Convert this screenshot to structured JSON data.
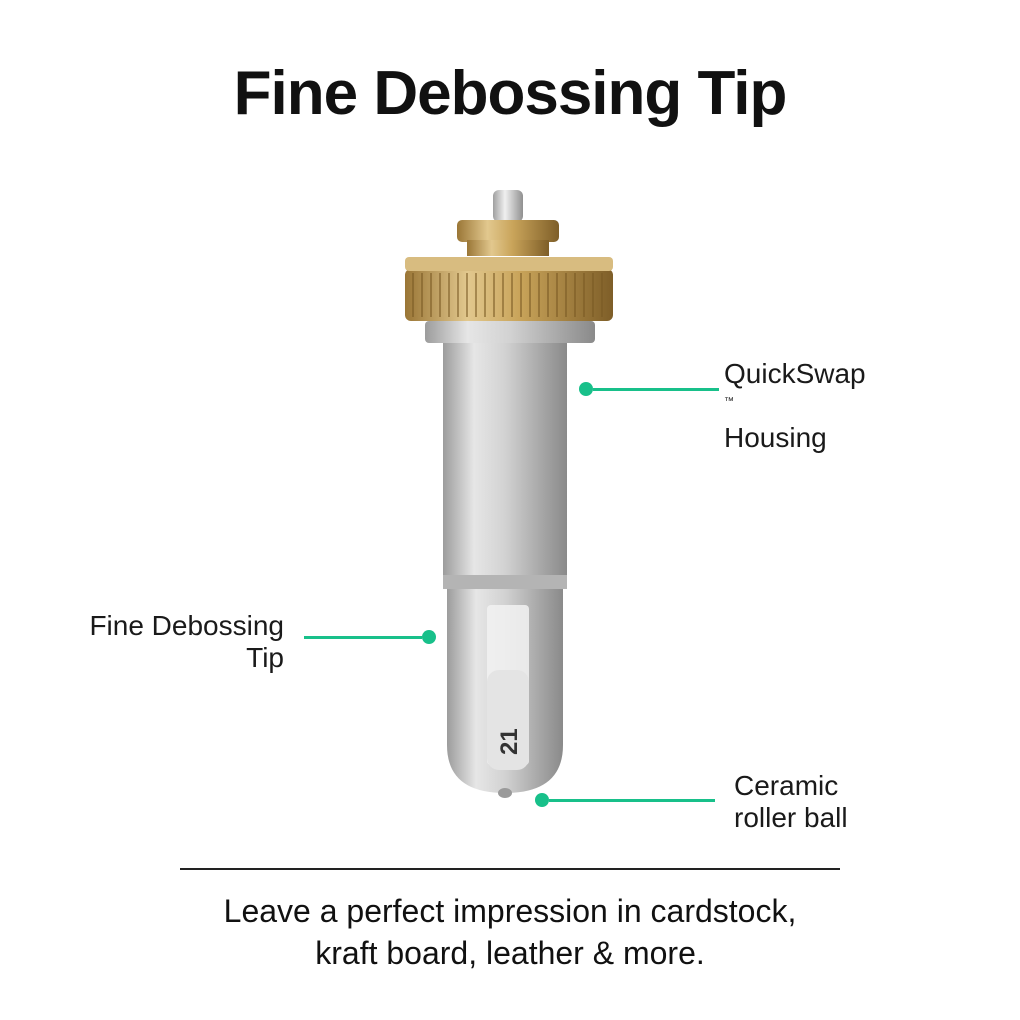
{
  "title": "Fine Debossing Tip",
  "callouts": {
    "housing": {
      "line1": "QuickSwap",
      "trademark": "™",
      "line2": "Housing"
    },
    "tip": {
      "line1": "Fine Debossing",
      "line2": "Tip"
    },
    "ball": {
      "line1": "Ceramic",
      "line2": "roller ball"
    }
  },
  "tip_number": "21",
  "tagline": {
    "line1": "Leave a perfect impression in cardstock,",
    "line2": "kraft board, leather & more."
  },
  "colors": {
    "accent": "#18c08a",
    "gold": "#c9a45a",
    "silver": "#c8c8c8"
  }
}
